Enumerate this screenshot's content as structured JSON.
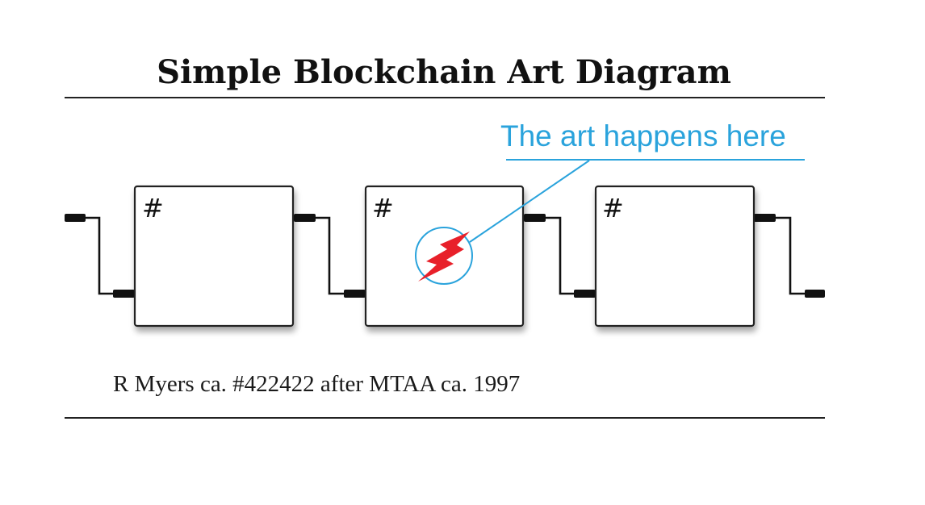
{
  "title": "Simple Blockchain Art Diagram",
  "blocks": [
    {
      "hash_label": "#"
    },
    {
      "hash_label": "#"
    },
    {
      "hash_label": "#"
    }
  ],
  "callout": {
    "text": "The art happens here",
    "icon": "lightning-bolt-icon",
    "color": "#2aa3dc",
    "icon_color": "#e8202a"
  },
  "caption": "R Myers ca. #422422 after MTAA ca. 1997"
}
